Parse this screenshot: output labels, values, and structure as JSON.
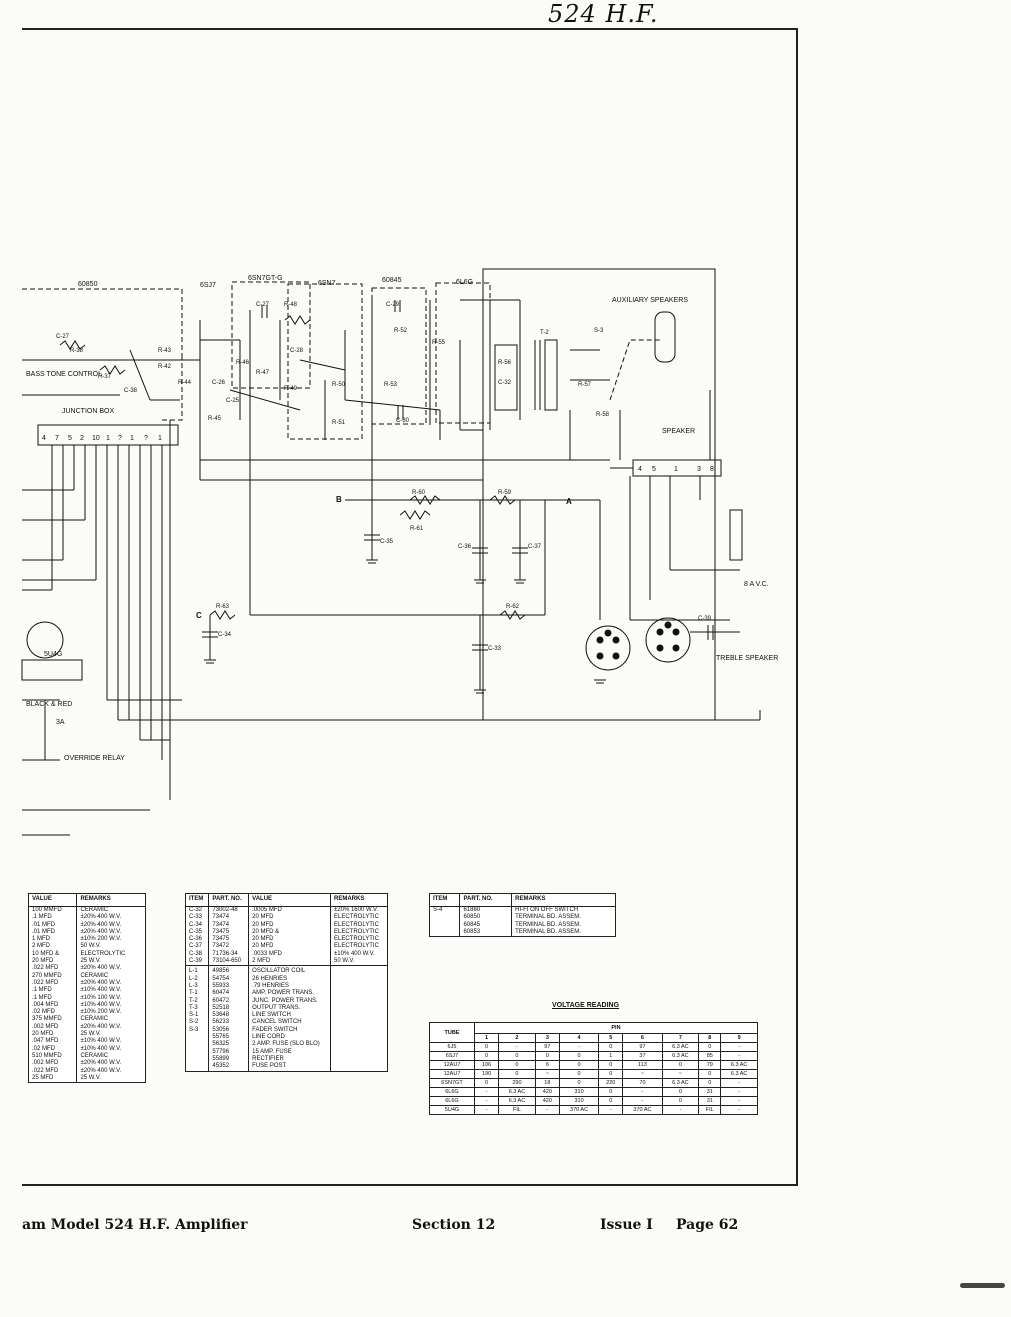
{
  "header": {
    "model_mark": "524 H.F."
  },
  "schematic": {
    "box_labels": [
      "60850",
      "6SJ7",
      "6SN7GT-G",
      "6SN7",
      "60845",
      "6L6G"
    ],
    "labels": {
      "aux_speakers": "AUXILIARY SPEAKERS",
      "bass_tone_control": "BASS TONE CONTROL",
      "junction_box": "JUNCTION BOX",
      "speaker": "SPEAKER",
      "treble_speaker": "TREBLE SPEAKER",
      "black_red": "BLACK & RED",
      "override_relay": "OVERRIDE RELAY",
      "rectifier_tube": "5U4G",
      "fuse_rating": "3A",
      "node_a": "A",
      "node_b": "B",
      "node_c": "C",
      "voice_coil": "8 A V.C."
    },
    "junction_terminals": [
      "4",
      "7",
      "5",
      "2",
      "10",
      "1",
      "?",
      "1",
      "?",
      "1"
    ],
    "speaker_terminals": [
      "4",
      "5",
      "1",
      "3",
      "8"
    ],
    "components": [
      "C-27",
      "R-38",
      "R-37",
      "R-43",
      "C-38",
      "R-42",
      "R-44",
      "C-26",
      "C-25",
      "R-46",
      "R-45",
      "C-27",
      "R-48",
      "R-47",
      "C-28",
      "R-49",
      "R-50",
      "R-51",
      "C-29",
      "R-52",
      "R-53",
      "C-30",
      "R-55",
      "R-56",
      "C-32",
      "T-2",
      "S-3",
      "R-57",
      "R-58",
      "R-60",
      "R-59",
      "R-61",
      "C-35",
      "C-36",
      "C-37",
      "R-62",
      "R-63",
      "C-34",
      "C-33",
      "C-39"
    ]
  },
  "parts_table_1": {
    "headers": [
      "VALUE",
      "REMARKS"
    ],
    "rows": [
      [
        "100 MMFD",
        "CERAMIC"
      ],
      [
        ".1 MFD",
        "±20% 400 W.V."
      ],
      [
        ".01 MFD",
        "±20% 400 W.V."
      ],
      [
        ".01 MFD",
        "±20% 400 W.V."
      ],
      [
        "1 MFD",
        "±10% 200 W.V."
      ],
      [
        "2 MFD",
        "50 W.V."
      ],
      [
        "10 MFD &",
        "ELECTROLYTIC"
      ],
      [
        "20 MFD",
        "25 W.V."
      ],
      [
        ".022 MFD",
        "±20% 400 W.V."
      ],
      [
        "270 MMFD",
        "CERAMIC"
      ],
      [
        ".022 MFD",
        "±20% 400 W.V."
      ],
      [
        ".1 MFD",
        "±10% 400 W.V."
      ],
      [
        ".1 MFD",
        "±10% 100 W.V."
      ],
      [
        ".004 MFD",
        "±10% 400 W.V."
      ],
      [
        ".02 MFD",
        "±10% 200 W.V."
      ],
      [
        "375 MMFD",
        "CERAMIC"
      ],
      [
        ".002 MFD",
        "±20% 400 W.V."
      ],
      [
        "20 MFD",
        "25 W.V."
      ],
      [
        ".047 MFD",
        "±10% 400 W.V."
      ],
      [
        ".02 MFD",
        "±10% 400 W.V."
      ],
      [
        "510 MMFD",
        "CERAMIC"
      ],
      [
        ".002 MFD",
        "±20% 400 W.V."
      ],
      [
        ".022 MFD",
        "±20% 400 W.V."
      ],
      [
        "25 MFD",
        "25 W.V."
      ]
    ]
  },
  "parts_table_2": {
    "headers": [
      "ITEM",
      "PART. NO.",
      "VALUE",
      "REMARKS"
    ],
    "rows_caps": [
      [
        "C-32",
        "73002-48",
        ".0005 MFD",
        "±20% 1600 W.V."
      ],
      [
        "C-33",
        "73474",
        "20 MFD",
        "ELECTROLYTIC"
      ],
      [
        "C-34",
        "73474",
        "20 MFD",
        "ELECTROLYTIC"
      ],
      [
        "C-35",
        "73475",
        "20 MFD &",
        "ELECTROLYTIC"
      ],
      [
        "C-36",
        "73475",
        "20 MFD",
        "ELECTROLYTIC"
      ],
      [
        "C-37",
        "73472",
        "20 MFD",
        "ELECTROLYTIC"
      ],
      [
        "C-38",
        "71736-34",
        ".0033 MFD",
        "±10% 400 W.V."
      ],
      [
        "C-39",
        "73104-650",
        "2 MFD",
        "50 W.V."
      ]
    ],
    "rows_other": [
      [
        "L-1",
        "49856",
        "OSCILLATOR COIL",
        ""
      ],
      [
        "L-2",
        "54754",
        "26 HENRIES",
        ""
      ],
      [
        "L-3",
        "55933",
        ".79 HENRIES",
        ""
      ],
      [
        "T-1",
        "60474",
        "AMP. POWER TRANS.",
        ""
      ],
      [
        "T-2",
        "60472",
        "JUNC. POWER TRANS.",
        ""
      ],
      [
        "T-3",
        "52518",
        "OUTPUT TRANS.",
        ""
      ],
      [
        "S-1",
        "53648",
        "LINE SWITCH",
        ""
      ],
      [
        "S-2",
        "56233",
        "CANCEL SWITCH",
        ""
      ],
      [
        "S-3",
        "53056",
        "FADER SWITCH",
        ""
      ],
      [
        "",
        "55765",
        "LINE CORD",
        ""
      ],
      [
        "",
        "56325",
        "2 AMP. FUSE (SLO BLO)",
        ""
      ],
      [
        "",
        "57796",
        "15 AMP. FUSE",
        ""
      ],
      [
        "",
        "55899",
        "RECTIFIER",
        ""
      ],
      [
        "",
        "45352",
        "FUSE POST",
        ""
      ]
    ]
  },
  "parts_table_3": {
    "headers": [
      "ITEM",
      "PART. NO.",
      "REMARKS"
    ],
    "rows": [
      [
        "S-4",
        "61860",
        "HI-FI ON OFF SWITCH"
      ],
      [
        "",
        "60850",
        "TERMINAL BD. ASSEM."
      ],
      [
        "",
        "60845",
        "TERMINAL BD. ASSEM."
      ],
      [
        "",
        "60853",
        "TERMINAL BD. ASSEM."
      ]
    ]
  },
  "voltage_table": {
    "title": "VOLTAGE READING",
    "pin_header": "PIN",
    "tube_header": "TUBE",
    "pins": [
      "1",
      "2",
      "3",
      "4",
      "5",
      "6",
      "7",
      "8",
      "9"
    ],
    "rows": [
      [
        "6J5",
        "0",
        "-",
        "97",
        "-",
        "0",
        "97",
        "6.3 AC",
        "0",
        "-"
      ],
      [
        "6SJ7",
        "0",
        "0",
        "0",
        "0",
        "1",
        "37",
        "6.3 AC",
        "85",
        "-"
      ],
      [
        "12AU7",
        "106",
        "0",
        "6",
        "0",
        "0",
        "113",
        "0",
        "79",
        "6.3 AC"
      ],
      [
        "12AU7",
        "190",
        "0",
        "~",
        "0",
        "0",
        "~",
        "~",
        "0",
        "6.3 AC"
      ],
      [
        "6SN7GT",
        "0",
        "290",
        "18",
        "0",
        "220",
        "70",
        "6.3 AC",
        "0",
        "-"
      ],
      [
        "6L6G",
        "-",
        "6.3 AC",
        "420",
        "310",
        "0",
        "-",
        "0",
        "31",
        "-"
      ],
      [
        "6L6G",
        "-",
        "6.3 AC",
        "420",
        "310",
        "0",
        "-",
        "0",
        "31",
        "-"
      ],
      [
        "5U4G",
        "-",
        "FIL",
        "-",
        "370 AC",
        "-",
        "370 AC",
        "-",
        "FIL",
        "-"
      ]
    ]
  },
  "footer": {
    "title": "am Model 524 H.F. Amplifier",
    "section": "Section 12",
    "issue": "Issue I",
    "page": "Page 62"
  }
}
